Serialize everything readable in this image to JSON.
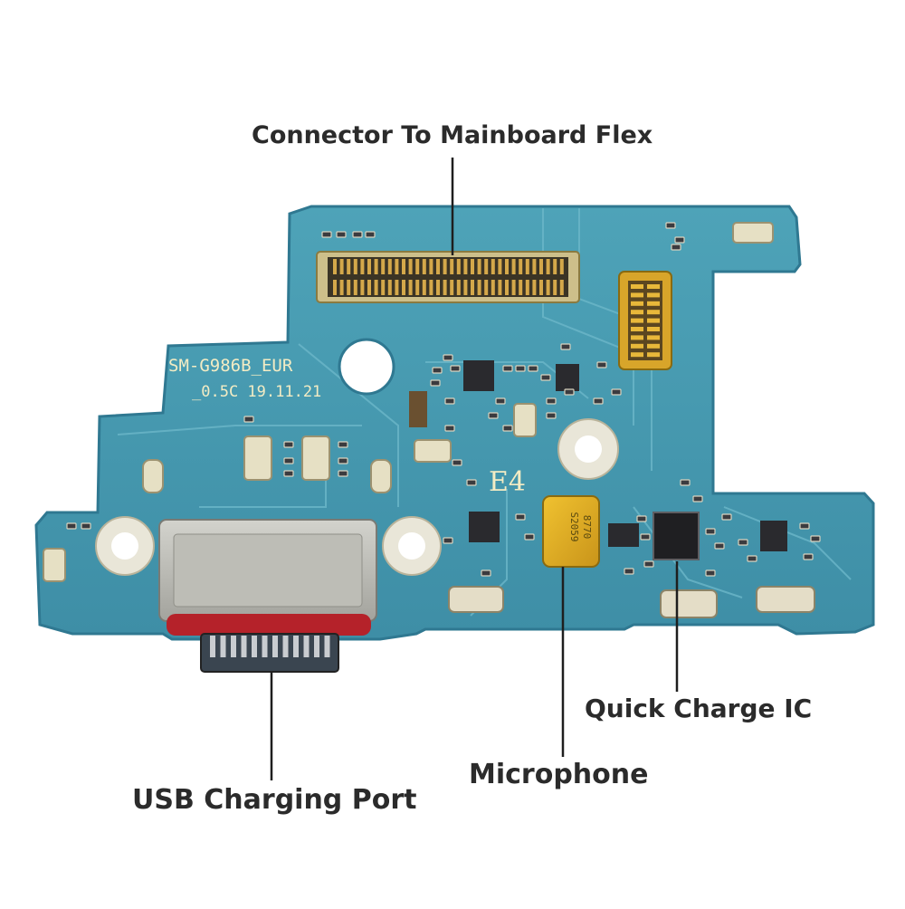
{
  "board": {
    "model_line1": "SM-G986B_EUR",
    "model_line2": "_0.5C  19.11.21",
    "marking": "E4",
    "mic_code1": "S2059",
    "mic_code2": "8770"
  },
  "callouts": {
    "connector": "Connector To Mainboard Flex",
    "usb": "USB Charging Port",
    "microphone": "Microphone",
    "quick_charge": "Quick Charge IC"
  },
  "colors": {
    "pcb": "#4a9cb2",
    "pcb_dark": "#2f7891",
    "copper": "#c9a240",
    "silkscreen": "#f3ecc4",
    "port_metal": "#b8b8b2",
    "port_gasket": "#b5222a",
    "leader_line": "#1e1e1e"
  }
}
